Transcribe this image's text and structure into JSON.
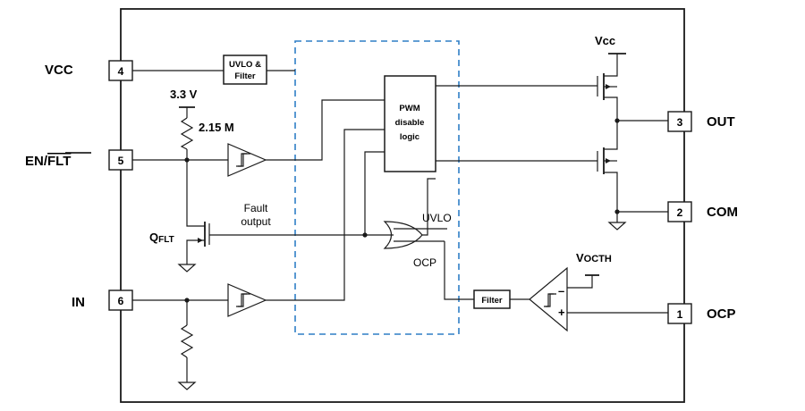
{
  "pins": {
    "vcc": {
      "number": "4",
      "name": "VCC"
    },
    "en_flt": {
      "number": "5",
      "name_prefix": "EN/",
      "name_overlined": "FLT"
    },
    "in": {
      "number": "6",
      "name": "IN"
    },
    "out": {
      "number": "3",
      "name": "OUT"
    },
    "com": {
      "number": "2",
      "name": "COM"
    },
    "ocp": {
      "number": "1",
      "name": "OCP"
    }
  },
  "blocks": {
    "uvlo_filter": [
      "UVLO &",
      "Filter"
    ],
    "pwm_logic": [
      "PWM",
      "disable",
      "logic"
    ],
    "filter": "Filter"
  },
  "labels": {
    "supply_3v3": "3.3 V",
    "resistor": "2.15 M",
    "vcc_top": "Vcc",
    "fault_output": [
      "Fault",
      "output"
    ],
    "qflt_main": "Q",
    "qflt_sub": "FLT",
    "uvlo": "UVLO",
    "ocp_gate": "OCP",
    "vocth_main": "V",
    "vocth_sub": "OCTH",
    "comp_minus": "–",
    "comp_plus": "+"
  }
}
